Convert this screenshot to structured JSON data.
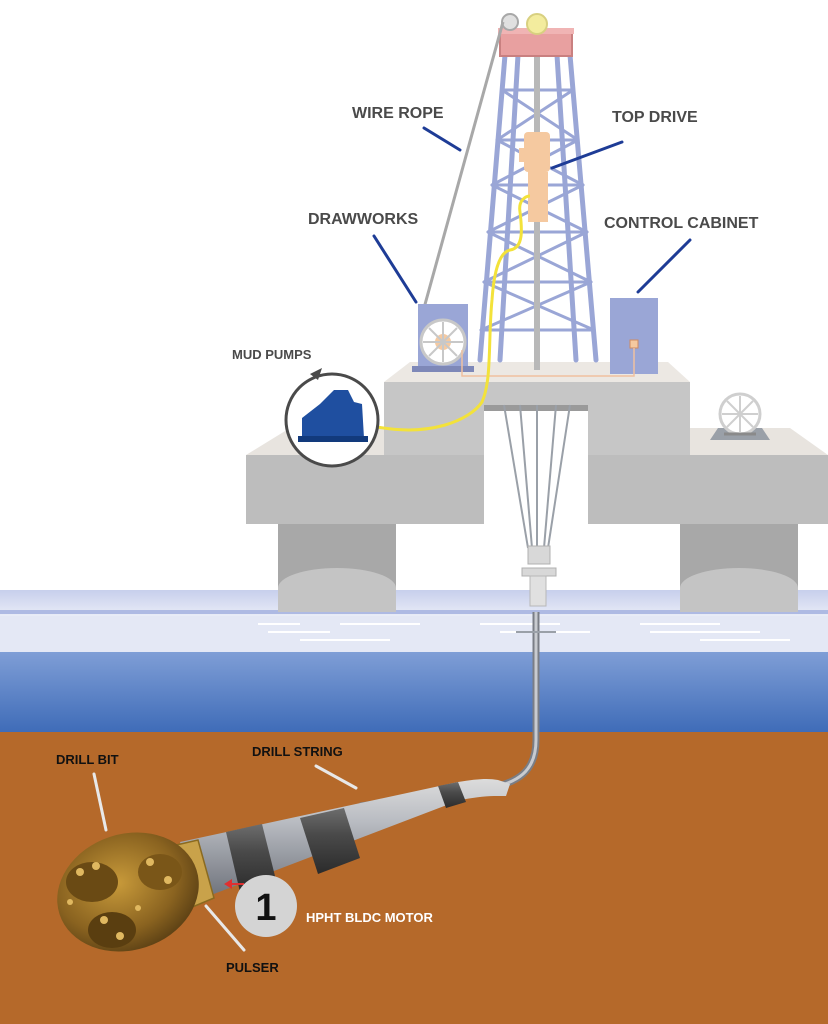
{
  "labels": {
    "wire_rope": "WIRE ROPE",
    "top_drive": "TOP DRIVE",
    "drawworks": "DRAWWORKS",
    "control_cabinet": "CONTROL CABINET",
    "mud_pumps": "MUD PUMPS",
    "drill_bit": "DRILL BIT",
    "drill_string": "DRILL STRING",
    "motor_number": "1",
    "motor": "HPHT BLDC MOTOR",
    "pulser": "PULSER"
  },
  "colors": {
    "sky": "#ffffff",
    "sea_surface": "#dfe3f3",
    "sea": "#4f7cc4",
    "seabed": "#b5692a",
    "platform": "#bcbcbc",
    "derrick": "#9aa6d6",
    "leader_blue": "#1e3c96",
    "leader_white": "#e8e8e8",
    "mud_hose": "#f3e23a",
    "mud_pump": "#1f4fa0",
    "label_dark": "#4a4a4a",
    "label_light": "#ffffff"
  }
}
